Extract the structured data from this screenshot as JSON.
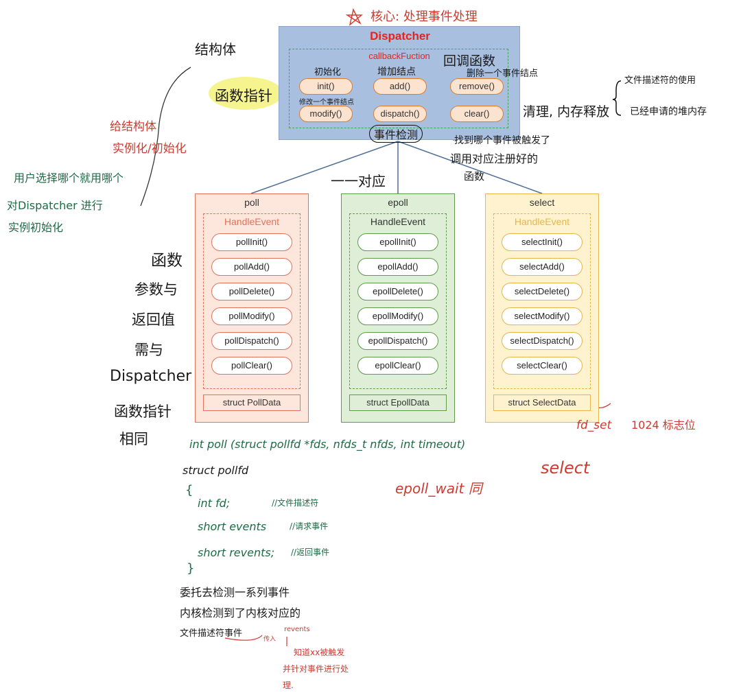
{
  "dispatcher": {
    "title": "Dispatcher",
    "subtitle": "callbackFuction",
    "functions": [
      "init()",
      "add()",
      "remove()",
      "modify()",
      "dispatch()",
      "clear()"
    ]
  },
  "backends": [
    {
      "name": "poll",
      "color": "#e2725b",
      "fill": "#fde6dc",
      "handle_event": "HandleEvent",
      "functions": [
        "pollInit()",
        "pollAdd()",
        "pollDelete()",
        "pollModify()",
        "pollDispatch()",
        "pollClear()"
      ],
      "struct": "struct PollData"
    },
    {
      "name": "epoll",
      "color": "#5e9a4a",
      "fill": "#dfeed7",
      "handle_event": "HandleEvent",
      "functions": [
        "epollInit()",
        "epollAdd()",
        "epollDelete()",
        "epollModify()",
        "epollDispatch()",
        "epollClear()"
      ],
      "struct": "struct EpollData"
    },
    {
      "name": "select",
      "color": "#e5b64a",
      "fill": "#fff3cf",
      "handle_event": "HandleEvent",
      "functions": [
        "selectInit()",
        "selectAdd()",
        "selectDelete()",
        "selectModify()",
        "selectDispatch()",
        "selectClear()"
      ],
      "struct": "struct SelectData"
    }
  ],
  "notes": {
    "core": "核心: 处理事件处理",
    "struct_type": "结构体",
    "callback": "回调函数",
    "func_ptr": "函数指针",
    "init": "初始化",
    "add_node": "增加结点",
    "delete_node": "删除一个事件结点",
    "modify_node": "修改一个事件结点",
    "clear_desc": "清理, 内存释放",
    "fd_use": "文件描述符的使用",
    "heap_mem": "已经申请的堆内存",
    "event_detect": "事件检测",
    "detect_desc_1": "找到哪个事件被触发了",
    "detect_desc_2": "调用对应注册好的",
    "detect_desc_3": "函数",
    "one_to_one": "一一对应",
    "instantiate_1": "给结构体",
    "instantiate_2": "实例化/初始化",
    "user_choice_1": "用户选择哪个就用哪个",
    "user_choice_2": "对Dispatcher 进行",
    "user_choice_3": "实例初始化",
    "sig_1": "函数",
    "sig_2": "参数与",
    "sig_3": "返回值",
    "sig_4": "需与",
    "sig_5": "Dispatcher",
    "sig_6": "函数指针",
    "sig_7": "相同",
    "poll_sig": "int poll (struct pollfd *fds, nfds_t nfds, int timeout)",
    "struct_line": "struct   pollfd",
    "brace_open": "{",
    "field_fd": "int  fd;",
    "comment_fd": "//文件描述符",
    "field_events": "short  events",
    "comment_events": "//请求事件",
    "field_revents": "short  revents;",
    "comment_revents": "//返回事件",
    "brace_close": "}",
    "poll_desc_1": "委托去检测一系列事件",
    "poll_desc_2": "内核检测到了内核对应的",
    "poll_desc_3": "文件描述符事件",
    "incoming": "传入",
    "revents": "revents",
    "know_1": "知道xx被触发",
    "know_2": "并针对事件进行处",
    "know_3": "理.",
    "epoll_wait": "epoll_wait 同",
    "select_note": "select",
    "fd_set": "fd_set",
    "limit": "1024 标志位"
  }
}
